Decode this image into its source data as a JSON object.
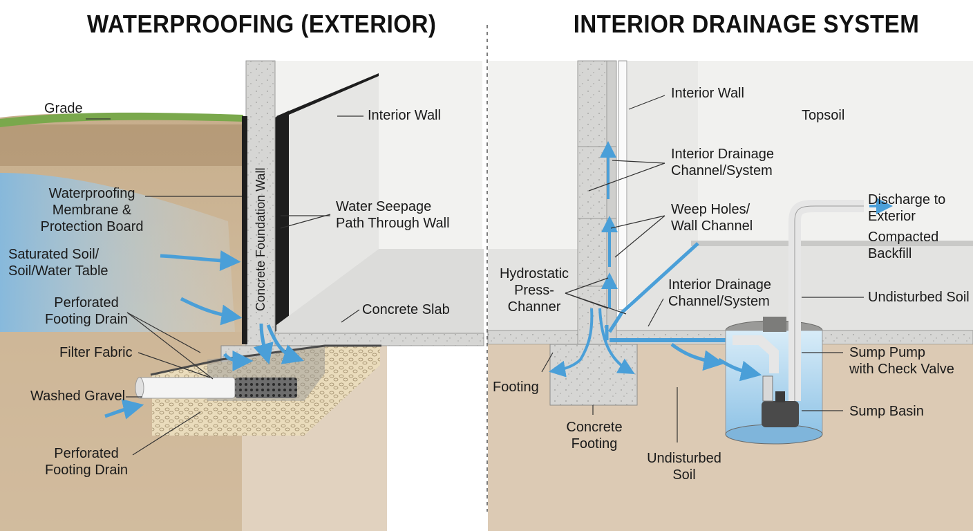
{
  "titles": {
    "left": "WATERPROOFING (EXTERIOR)",
    "right": "INTERIOR DRAINAGE SYSTEM"
  },
  "left_labels": {
    "grade": "Grade",
    "interior_wall": "Interior Wall",
    "membrane": [
      "Waterproofing",
      "Membrane &",
      "Protection Board"
    ],
    "seepage": [
      "Water Seepage",
      "Path Through Wall"
    ],
    "saturated_soil": [
      "Saturated Soil/",
      "Soil/Water Table"
    ],
    "foundation_wall": "Concrete Foundation Wall",
    "perforated_drain_upper": [
      "Perforated",
      "Footing Drain"
    ],
    "concrete_slab": "Concrete Slab",
    "filter_fabric": "Filter Fabric",
    "washed_gravel": "Washed Gravel",
    "perforated_drain_lower": [
      "Perforated",
      "Footing Drain"
    ]
  },
  "right_labels": {
    "interior_wall": "Interior Wall",
    "topsoil": "Topsoil",
    "channel_upper": [
      "Interior Drainage",
      "Channel/System"
    ],
    "weep_holes": [
      "Weep Holes/",
      "Wall Channel"
    ],
    "discharge": [
      "Discharge to",
      "Exterior"
    ],
    "compacted_backfill": [
      "Compacted",
      "Backfill"
    ],
    "hydrostatic": [
      "Hydrostatic",
      "Press-",
      "Channer"
    ],
    "channel_lower": [
      "Interior Drainage",
      "Channel/System"
    ],
    "undisturbed_soil_right": "Undisturbed Soil",
    "footing": "Footing",
    "sump_pump": [
      "Sump Pump",
      "with Check Valve"
    ],
    "sump_basin": "Sump Basin",
    "concrete_footing": [
      "Concrete",
      "Footing"
    ],
    "undisturbed_soil_bottom": [
      "Undisturbed",
      "Soil"
    ]
  },
  "colors": {
    "water_arrow": "#4a9fd8",
    "concrete": "#d9d9d7",
    "soil": "#b79a78",
    "grass": "#7aa84c",
    "gravel": "#e6d6b4",
    "membrane": "#1e1e1e"
  }
}
